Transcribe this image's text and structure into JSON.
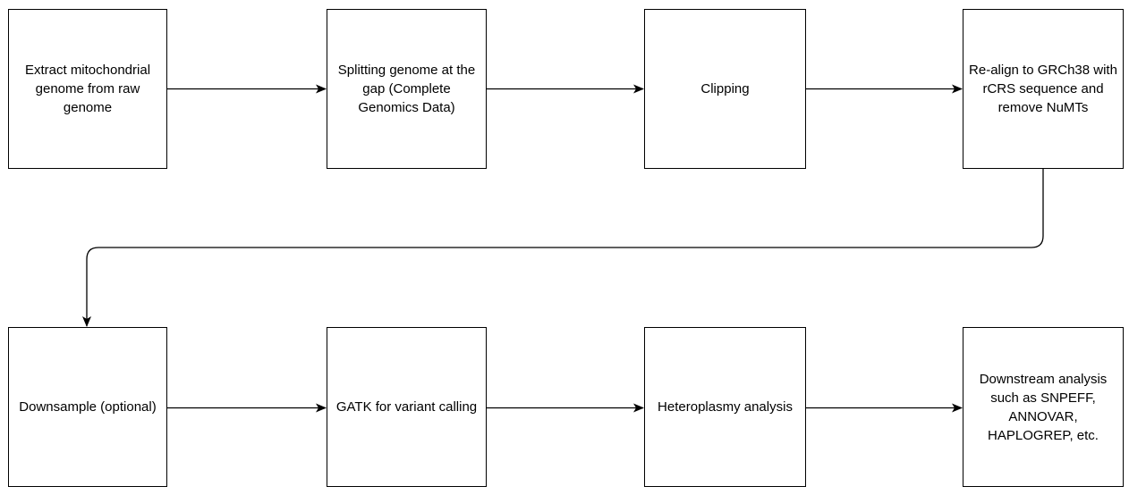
{
  "diagram": {
    "nodes": {
      "n1": "Extract mitochondrial genome from raw genome",
      "n2": "Splitting genome at the gap (Complete Genomics Data)",
      "n3": "Clipping",
      "n4": "Re-align to GRCh38 with rCRS sequence and remove NuMTs",
      "n5": "Downsample (optional)",
      "n6": "GATK for variant calling",
      "n7": "Heteroplasmy analysis",
      "n8": "Downstream analysis such as SNPEFF, ANNOVAR, HAPLOGREP, etc."
    },
    "edges": [
      {
        "from": "n1",
        "to": "n2"
      },
      {
        "from": "n2",
        "to": "n3"
      },
      {
        "from": "n3",
        "to": "n4"
      },
      {
        "from": "n4",
        "to": "n5"
      },
      {
        "from": "n5",
        "to": "n6"
      },
      {
        "from": "n6",
        "to": "n7"
      },
      {
        "from": "n7",
        "to": "n8"
      }
    ],
    "colors": {
      "stroke": "#000000",
      "fill": "#ffffff"
    }
  }
}
